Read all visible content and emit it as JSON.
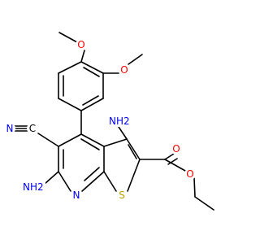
{
  "molecule": {
    "atom_labels": {
      "methoxy_top_O": "O",
      "methoxy_right_O": "O",
      "cyano_N": "N",
      "amino_3_NH2": "NH2",
      "amino_6_NH2": "NH2",
      "ester_carbonyl_O": "O",
      "ester_O": "O",
      "pyridine_N": "N",
      "thiophene_S": "S"
    },
    "colors": {
      "bond": "#000000",
      "oxygen": "#ff0000",
      "nitrogen": "#0000ff",
      "sulfur": "#b8a000",
      "carbon_label": "#000000"
    },
    "extra_glyphs": {
      "cyano_C": "C"
    }
  }
}
